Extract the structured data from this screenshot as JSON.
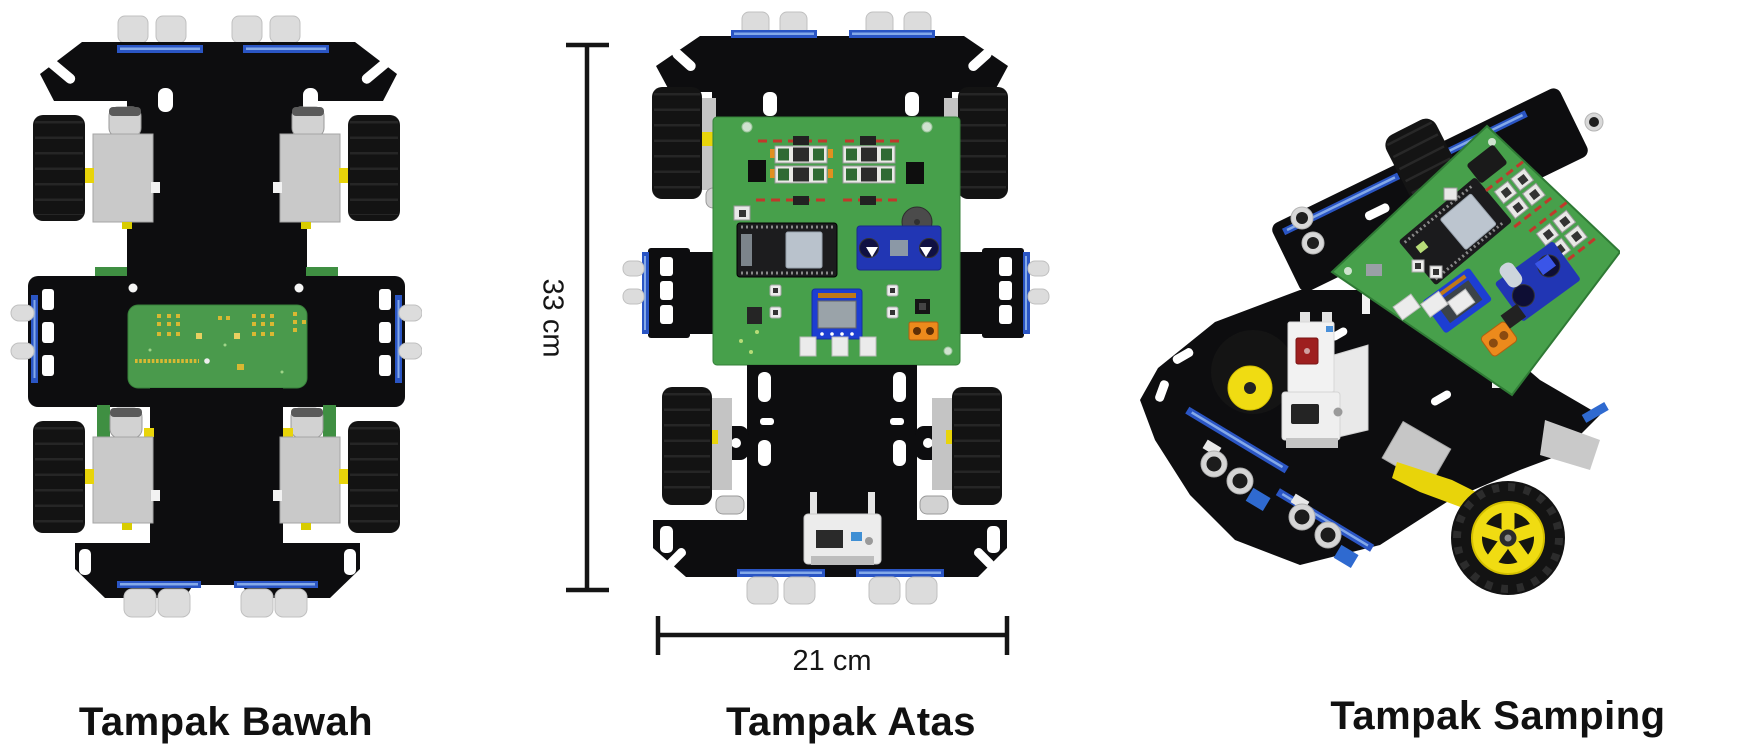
{
  "figure": {
    "background": "#ffffff",
    "captions": {
      "bottom_view": "Tampak Bawah",
      "top_view": "Tampak Atas",
      "side_view": "Tampak Samping"
    },
    "dimensions": {
      "length_label": "33 cm",
      "width_label": "21 cm"
    },
    "colors": {
      "chassis_black": "#0d0d0f",
      "pcb_green_top": "#47a04b",
      "pcb_green_bottom": "#4a9a4c",
      "sensor_strip_blue": "#2a55c4",
      "strip_highlight_blue": "#84a9e8",
      "motor_grey": "#c9c9c9",
      "sensor_grey": "#dcdcdc",
      "axle_yellow": "#e8d40a",
      "wheel_hub_yellow": "#f0dc12",
      "oled_blue": "#1d3ed2",
      "buck_blue": "#2136b4",
      "terminal_orange": "#ec8a1c",
      "trace_red": "#c0392b",
      "dimension_ink": "#151515"
    }
  }
}
